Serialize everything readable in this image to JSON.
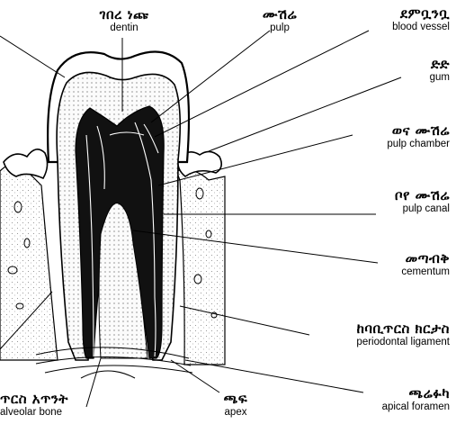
{
  "labels": {
    "dentin": {
      "am": "ገበረ ነጩ",
      "en": "dentin"
    },
    "pulp": {
      "am": "ሙሽሬ",
      "en": "pulp"
    },
    "blood": {
      "am": "ደምቧንቧ",
      "en": "blood vessel"
    },
    "gum": {
      "am": "ድድ",
      "en": "gum"
    },
    "chamber": {
      "am": "ወና ሙሽሬ",
      "en": "pulp chamber"
    },
    "canal": {
      "am": "ቦየ ሙሽሬ",
      "en": "pulp canal"
    },
    "cementum": {
      "am": "መጣብቅ",
      "en": "cementum"
    },
    "ligament": {
      "am": "ከባቢጥርስ ክርታስ",
      "en": "periodontal ligament"
    },
    "alveolar": {
      "am": "ጥርስ አጥንት",
      "en": "alveolar bone"
    },
    "apex": {
      "am": "ጫፍ",
      "en": "apex"
    },
    "foramen": {
      "am": "ጫሬፉካ",
      "en": "apical foramen"
    }
  },
  "colors": {
    "ink": "#000000",
    "paper": "#ffffff",
    "pulp_fill": "#111111",
    "dentin_fill": "#f2f2f2"
  }
}
